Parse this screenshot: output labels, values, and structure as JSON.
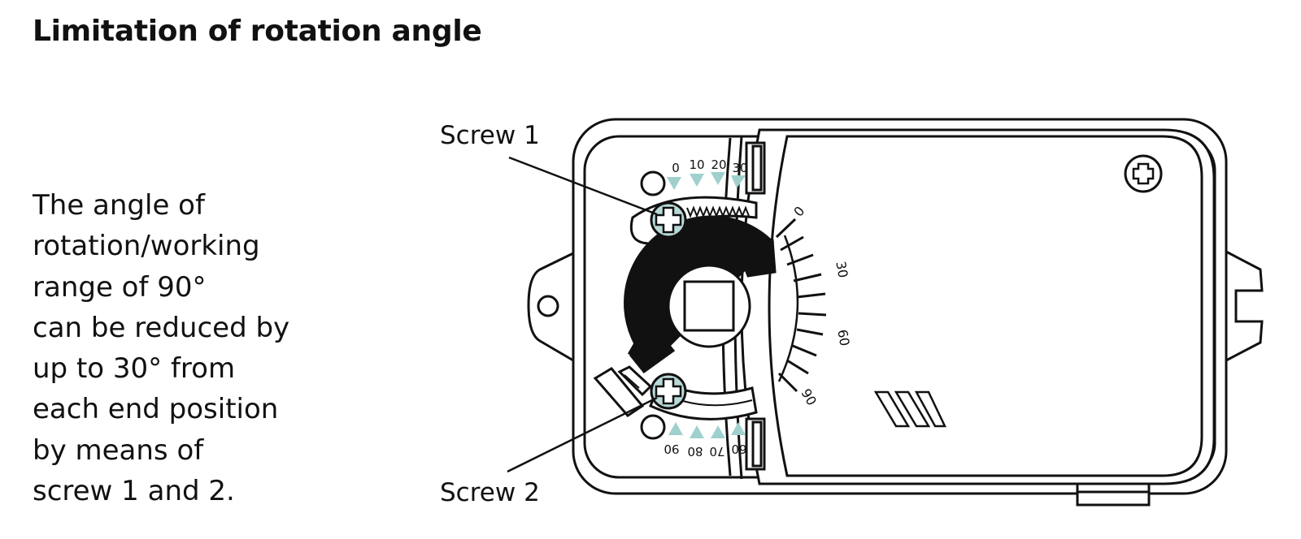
{
  "title": "Limitation of rotation angle",
  "description": {
    "lines": [
      "The angle of",
      "rotation/working",
      "range of 90°",
      "can be reduced by",
      "up to 30° from",
      "each end position",
      "by means of",
      "screw 1 and 2."
    ]
  },
  "callouts": {
    "screw1": "Screw 1",
    "screw2": "Screw 2"
  },
  "scales": {
    "top": [
      "0",
      "10",
      "20",
      "30"
    ],
    "bottom": [
      "90",
      "80",
      "70",
      "60"
    ],
    "dial": [
      "0",
      "30",
      "60",
      "90"
    ]
  },
  "colors": {
    "screw_fill": "#b9d9d8",
    "arrow_fill": "#9fd0cd",
    "line": "#111111"
  },
  "icons": [
    "screw-1-icon",
    "screw-2-icon",
    "cover-screw-icon",
    "square-shaft-icon",
    "brand-logo-icon"
  ]
}
